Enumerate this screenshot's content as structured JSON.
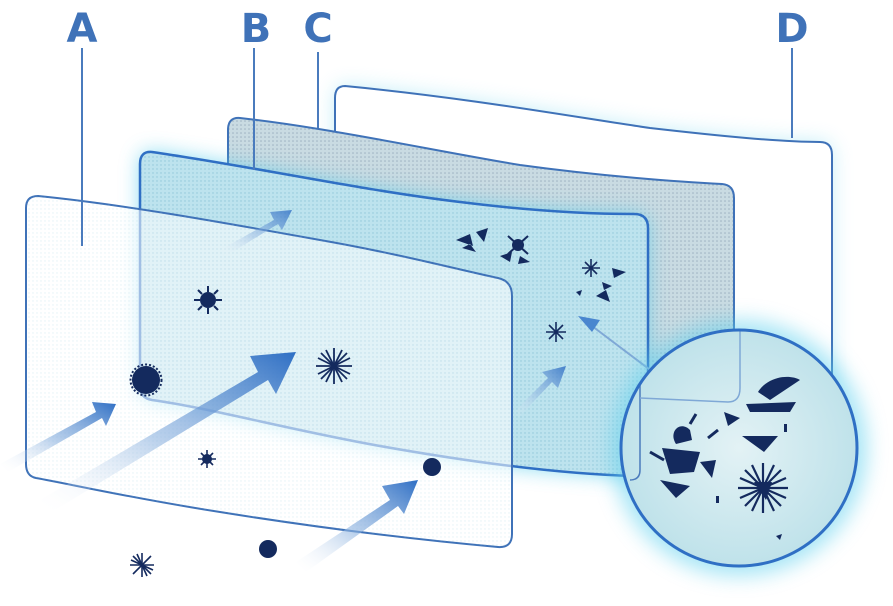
{
  "diagram": {
    "labels": [
      {
        "id": "a",
        "text": "A"
      },
      {
        "id": "b",
        "text": "B"
      },
      {
        "id": "c",
        "text": "C"
      },
      {
        "id": "d",
        "text": "D"
      }
    ],
    "colors": {
      "label": "#3f72b8",
      "leader_line": "#4a7bbd",
      "layer_outline": "#3f72b8",
      "glow": "#6fd7f2",
      "layer_b_fill": "#bfe3ef",
      "layer_c_fill": "#c8dce4",
      "arrow": "#3d7cc9",
      "particle": "#142a5e",
      "magnifier_fill": "#cfe8ee"
    },
    "icons": [
      "airflow-arrow-icon",
      "particle-icon",
      "magnifier-icon"
    ]
  }
}
